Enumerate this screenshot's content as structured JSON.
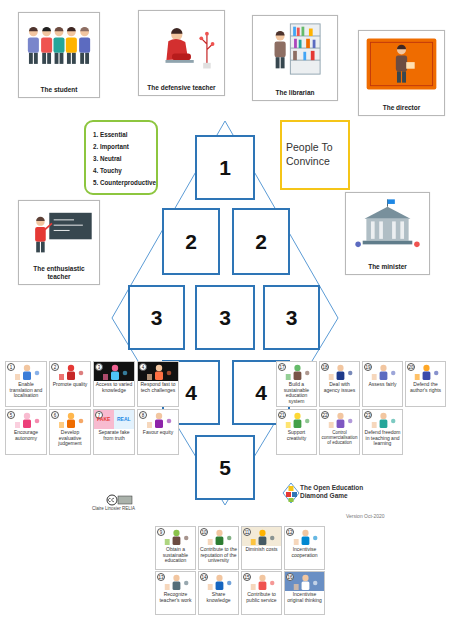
{
  "diagram": {
    "nodes": [
      {
        "text": [
          "The student"
        ]
      },
      {
        "text": [
          "The defensive teacher"
        ]
      },
      {
        "text": [
          "The librarian"
        ]
      },
      {
        "text": [
          "The director"
        ]
      },
      {
        "text": [
          "1. Essential",
          "2. Important",
          "3. Neutral",
          "4. Touchy",
          "5. Counterproductive"
        ]
      },
      {
        "text": [
          "People To Convince"
        ]
      },
      {
        "text": [
          "1"
        ]
      },
      {
        "text": [
          "The enthusiastic teacher"
        ]
      },
      {
        "text": [
          "The minister"
        ]
      },
      {
        "text": [
          "2"
        ]
      },
      {
        "text": [
          "2"
        ]
      },
      {
        "text": [
          "3"
        ]
      },
      {
        "text": [
          "3"
        ]
      },
      {
        "text": [
          "3"
        ]
      },
      {
        "text": [
          "4"
        ]
      },
      {
        "text": [
          "4"
        ]
      },
      {
        "text": [
          "1",
          "Enable translation and localisation"
        ]
      },
      {
        "text": [
          "2",
          "Promote quality"
        ]
      },
      {
        "text": [
          "3",
          "Access to varied knowledge"
        ]
      },
      {
        "text": [
          "4",
          "Respond fast to tech challenges"
        ]
      },
      {
        "text": [
          "5",
          "Encourage autonomy"
        ]
      },
      {
        "text": [
          "6",
          "Develop evaluative judgement"
        ]
      },
      {
        "text": [
          "7",
          "FAKE",
          "REAL",
          "Separate fake from truth"
        ]
      },
      {
        "text": [
          "8",
          "Favour equity"
        ]
      },
      {
        "text": [
          "17",
          "Build a sustainable education system"
        ]
      },
      {
        "text": [
          "18",
          "Deal with agency issues"
        ]
      },
      {
        "text": [
          "19",
          "Assess fairly"
        ]
      },
      {
        "text": [
          "20",
          "Defend the author's rights"
        ]
      },
      {
        "text": [
          "21",
          "Support creativity"
        ]
      },
      {
        "text": [
          "22",
          "Control commercialisation of education"
        ]
      },
      {
        "text": [
          "23",
          "Defend freedom in teaching and learning"
        ]
      },
      {
        "text": [
          "5"
        ]
      },
      {
        "text": [
          "9",
          "Obtain a sustainable education"
        ]
      },
      {
        "text": [
          "10",
          "Contribute to the reputation of the university"
        ]
      },
      {
        "text": [
          "11",
          "Diminish costs"
        ]
      },
      {
        "text": [
          "12",
          "Incentivise cooperation"
        ]
      },
      {
        "text": [
          "13",
          "Recognize teacher's work"
        ]
      },
      {
        "text": [
          "14",
          "Share knowledge"
        ]
      },
      {
        "text": [
          "15",
          "Contribute to public service"
        ]
      },
      {
        "text": [
          "16",
          "Incentivise original thinking"
        ]
      }
    ],
    "labels": [
      "Claire Linosier RELIA",
      "The Open Education Diamond Game",
      "Version Oct-2020"
    ]
  }
}
